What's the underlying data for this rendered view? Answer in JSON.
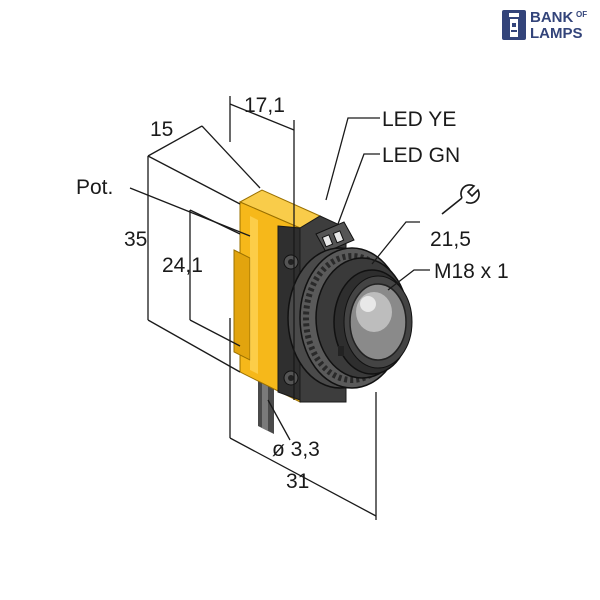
{
  "logo": {
    "line1": "BANK",
    "superscript": "OF",
    "line2": "LAMPS"
  },
  "labels": {
    "led_ye": "LED YE",
    "led_gn": "LED GN",
    "pot": "Pot.",
    "wrench_size": "21,5",
    "thread": "M18 x 1",
    "cable_diameter": "ø 3,3"
  },
  "dimensions": {
    "width_top": "17,1",
    "depth_left": "15",
    "height_total": "35",
    "height_inner": "24,1",
    "length_bottom": "31"
  },
  "colors": {
    "housing": "#f6b81a",
    "housing_shadow": "#d39a0c",
    "body_dark": "#3d3d3d",
    "logo": "#33447a"
  }
}
